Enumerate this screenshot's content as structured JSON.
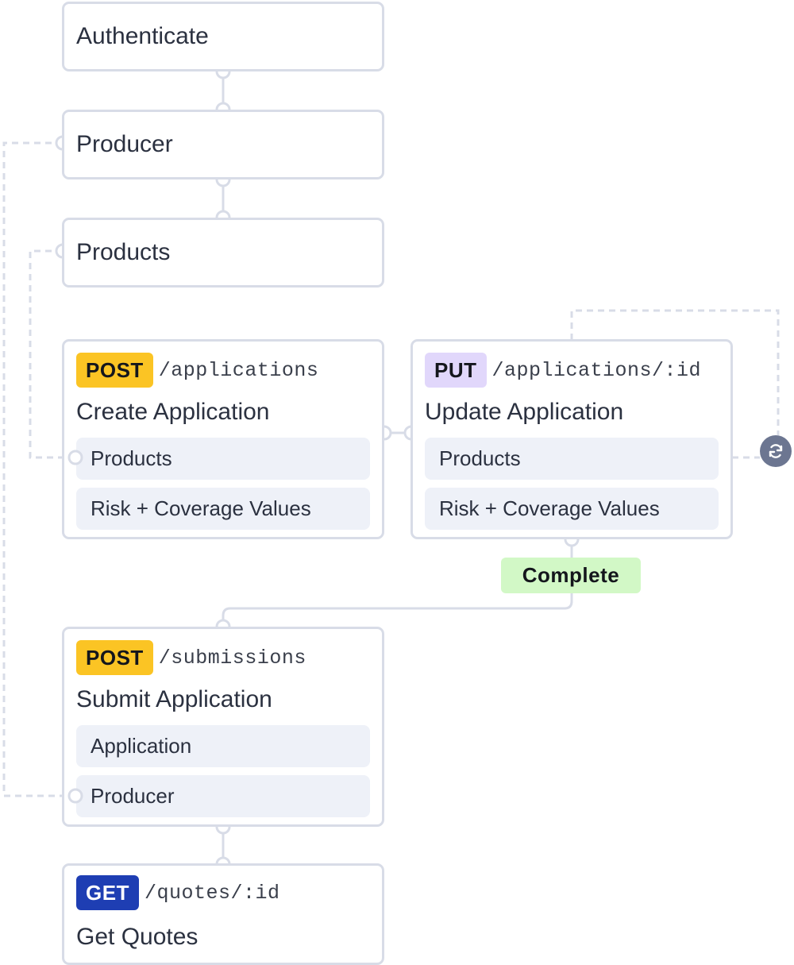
{
  "nodes": {
    "authenticate": {
      "title": "Authenticate"
    },
    "producer": {
      "title": "Producer"
    },
    "products": {
      "title": "Products"
    },
    "create_application": {
      "method": "POST",
      "path": "/applications",
      "title": "Create Application",
      "fields": [
        "Products",
        "Risk + Coverage Values"
      ]
    },
    "update_application": {
      "method": "PUT",
      "path": "/applications/:id",
      "title": "Update Application",
      "fields": [
        "Products",
        "Risk + Coverage Values"
      ]
    },
    "submit_application": {
      "method": "POST",
      "path": "/submissions",
      "title": "Submit Application",
      "fields": [
        "Application",
        "Producer"
      ]
    },
    "get_quotes": {
      "method": "GET",
      "path": "/quotes/:id",
      "title": "Get Quotes"
    }
  },
  "complete_label": "Complete",
  "icons": {
    "refresh": "refresh-icon"
  },
  "colors": {
    "post": "#fbc424",
    "put": "#e1d7fb",
    "get": "#1e3eb3",
    "complete": "#d2f8c6",
    "border": "#d8dce7",
    "chip": "#eef1f8",
    "refresh": "#6c7691"
  }
}
